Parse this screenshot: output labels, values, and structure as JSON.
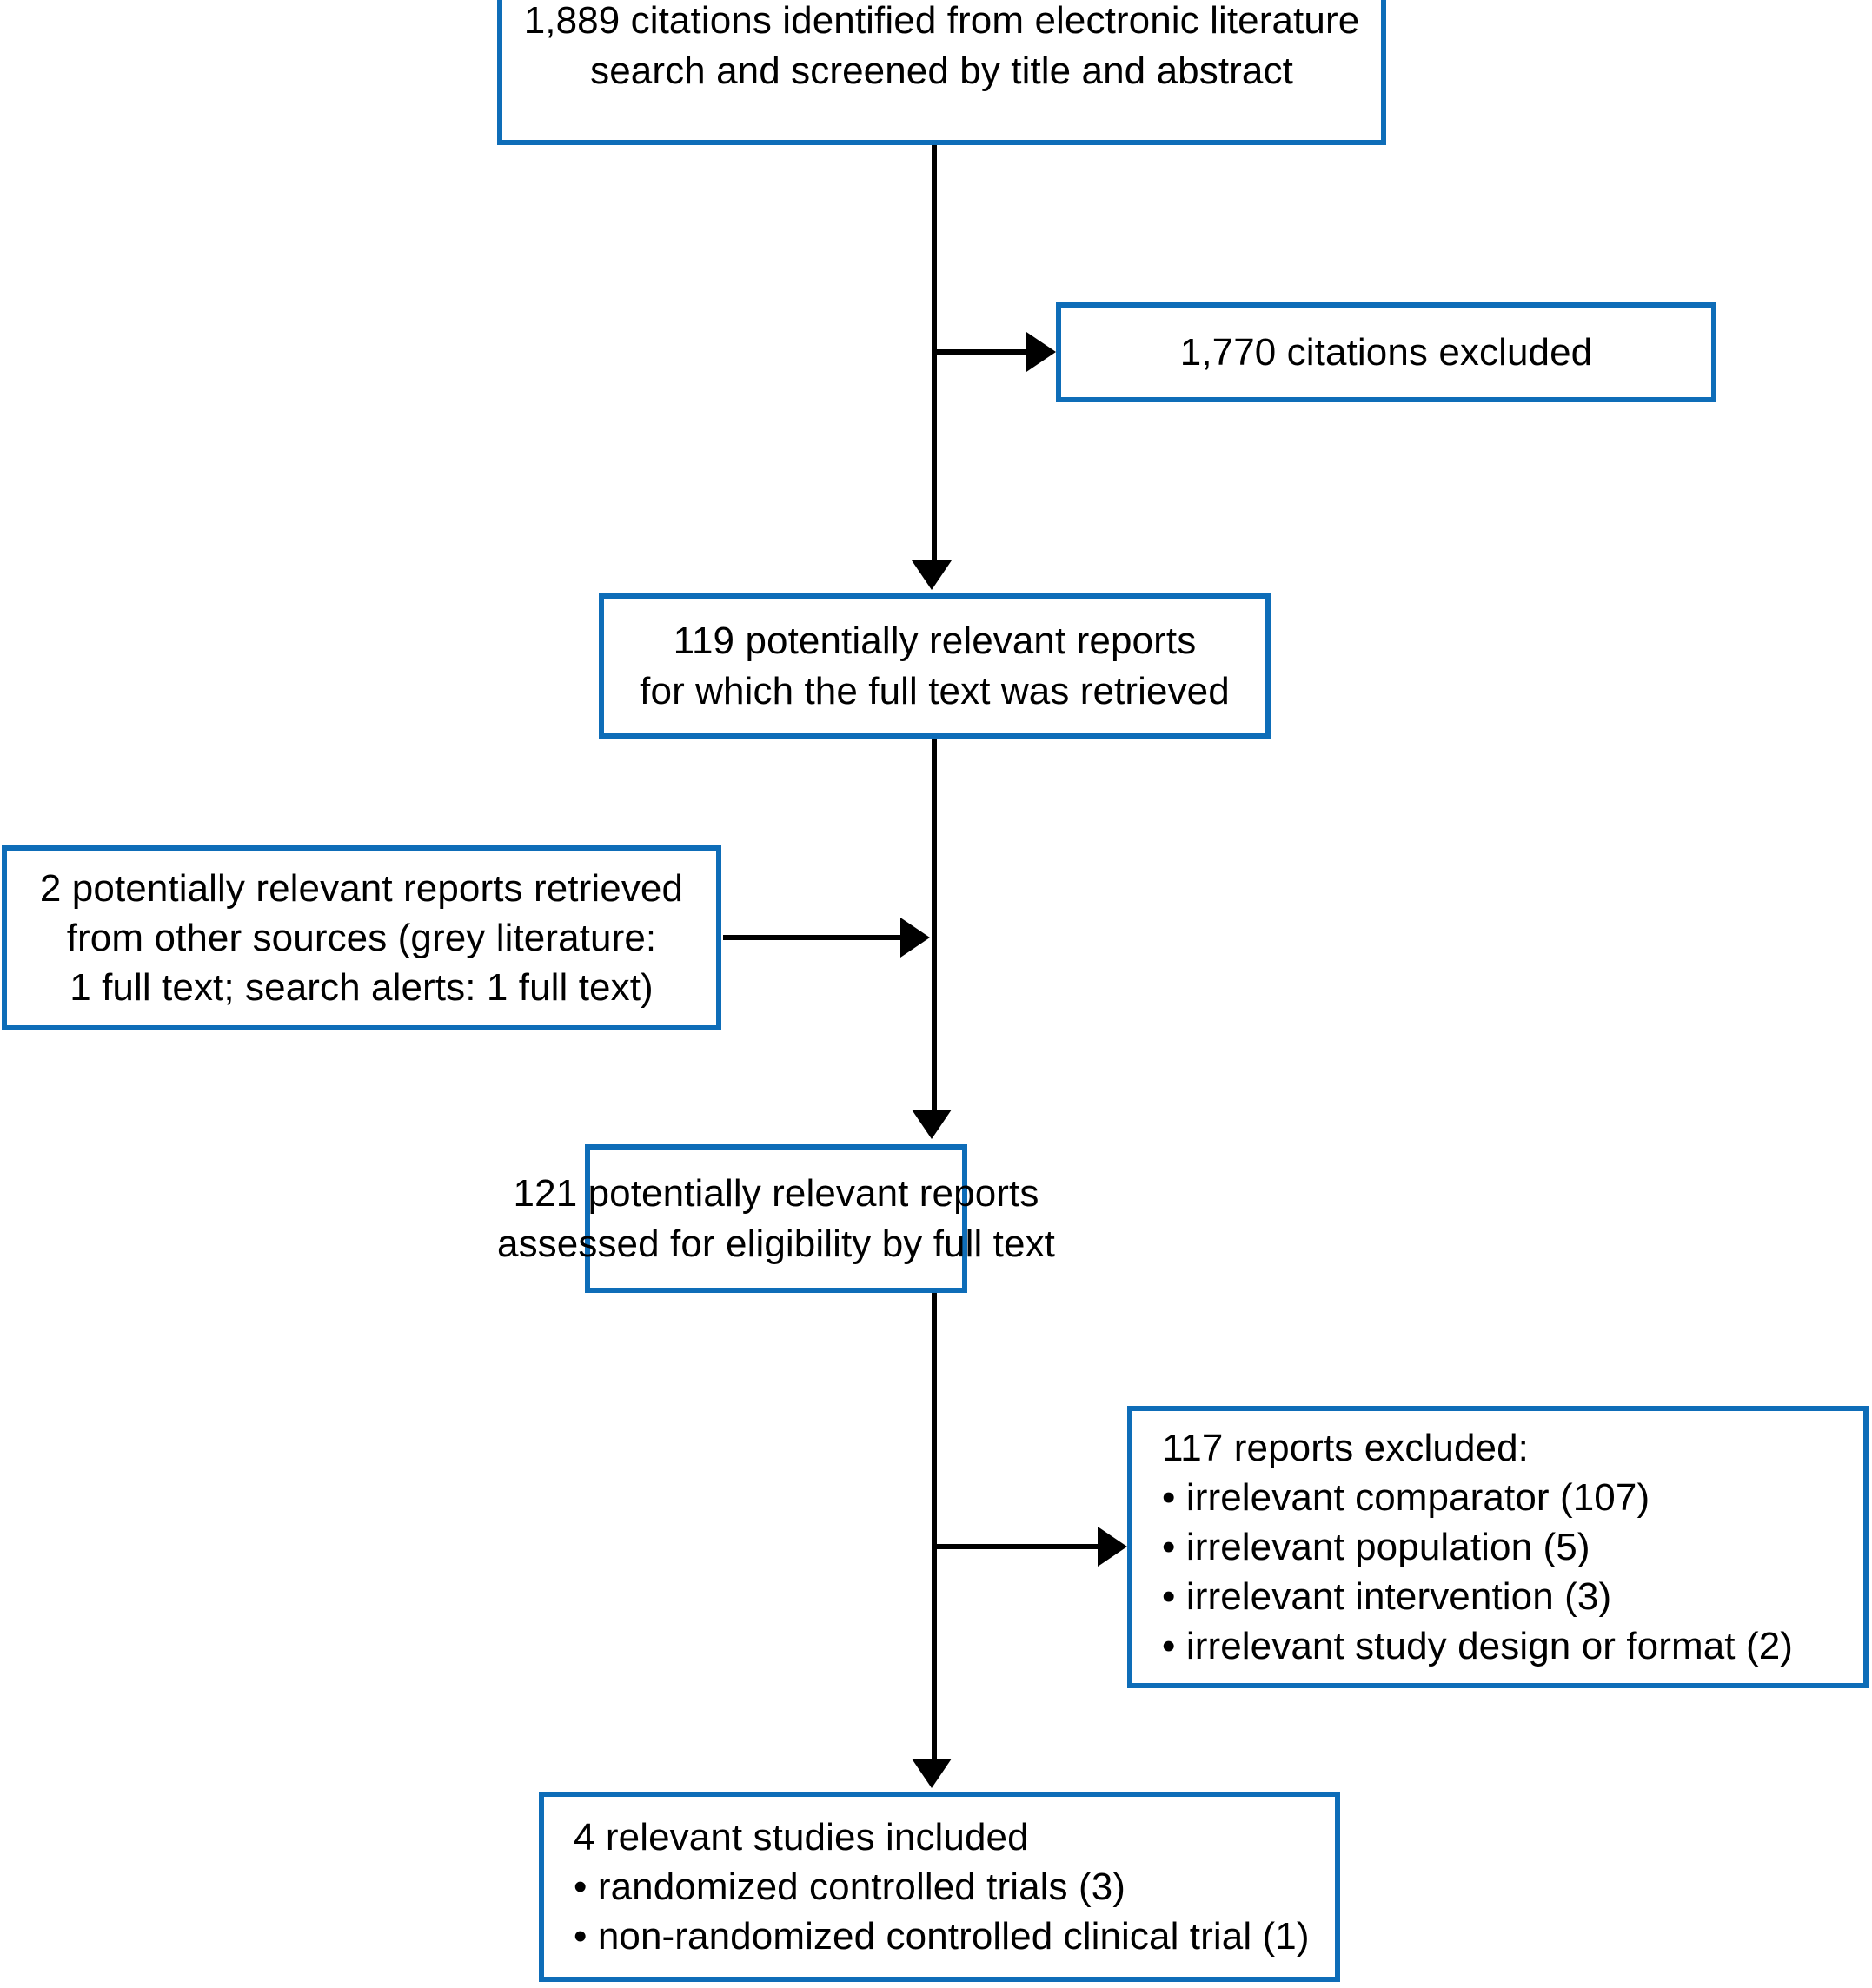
{
  "diagram": {
    "type": "prisma-study-selection-flow",
    "accent_color": "#0e6db8",
    "line_color": "#000000",
    "background_color": "#ffffff",
    "boxes": {
      "identified": {
        "lines": [
          "1,889 citations identified from electronic literature",
          "search and screened by title and abstract"
        ]
      },
      "excluded_1": {
        "lines": [
          "1,770 citations excluded"
        ]
      },
      "fulltext": {
        "lines": [
          "119 potentially relevant reports",
          "for which the full text was retrieved"
        ]
      },
      "other_sources": {
        "lines": [
          "2 potentially relevant reports retrieved",
          "from other sources (grey literature:",
          "1 full text; search alerts: 1 full text)"
        ]
      },
      "eligibility": {
        "lines": [
          "121 potentially relevant reports",
          "assessed for eligibility by full text"
        ]
      },
      "excluded_2": {
        "lines": [
          "117 reports excluded:",
          "• irrelevant comparator (107)",
          "• irrelevant population (5)",
          "• irrelevant intervention (3)",
          "• irrelevant study design or format (2)"
        ]
      },
      "included": {
        "lines": [
          "4 relevant studies included",
          "• randomized controlled trials (3)",
          "• non-randomized controlled clinical trial (1)"
        ]
      }
    },
    "connectors": [
      {
        "name": "identified-to-fulltext",
        "shape": "arrow-down"
      },
      {
        "name": "identified-to-excluded-1",
        "shape": "arrow-right"
      },
      {
        "name": "fulltext-to-eligibility",
        "shape": "arrow-down"
      },
      {
        "name": "other-sources-to-eligibility",
        "shape": "arrow-right"
      },
      {
        "name": "eligibility-to-included",
        "shape": "arrow-down"
      },
      {
        "name": "eligibility-to-excluded-2",
        "shape": "arrow-right"
      }
    ]
  }
}
